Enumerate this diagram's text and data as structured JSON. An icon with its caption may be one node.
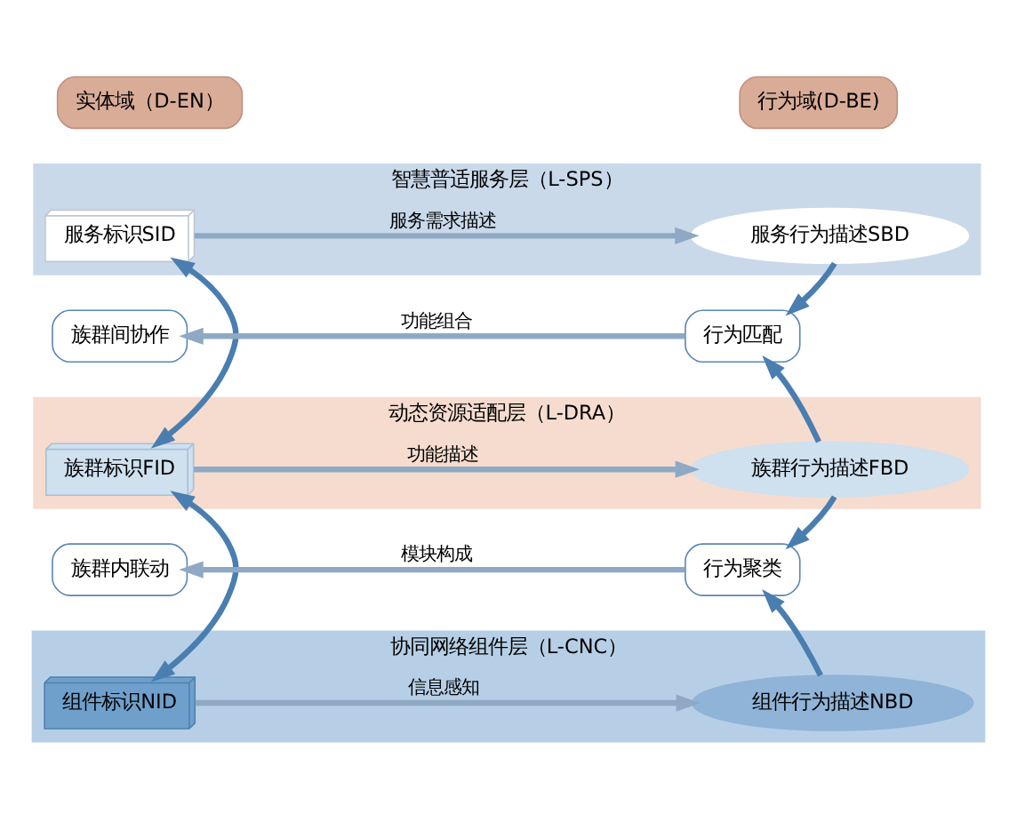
{
  "diagram": {
    "nodes": [
      {
        "text": [
          "实体域（D-EN）"
        ]
      },
      {
        "text": [
          "行为域(D-BE)"
        ]
      },
      {
        "text": [
          "智慧普适服务层（L-SPS）"
        ]
      },
      {
        "text": [
          "服务标识SID"
        ],
        "in": 2
      },
      {
        "text": [
          "服务行为描述SBD"
        ],
        "in": 2
      },
      {
        "text": [
          "族群间协作"
        ]
      },
      {
        "text": [
          "行为匹配"
        ]
      },
      {
        "text": [
          "动态资源适配层（L-DRA）"
        ]
      },
      {
        "text": [
          "族群标识FID"
        ],
        "in": 7
      },
      {
        "text": [
          "族群行为描述FBD"
        ],
        "in": 7
      },
      {
        "text": [
          "族群内联动"
        ]
      },
      {
        "text": [
          "行为聚类"
        ]
      },
      {
        "text": [
          "协同网络组件层（L-CNC）"
        ]
      },
      {
        "text": [
          "组件标识NID"
        ],
        "in": 12
      },
      {
        "text": [
          "组件行为描述NBD"
        ],
        "in": 12
      }
    ],
    "edges": [
      {
        "from": 3,
        "to": 4,
        "arrow": "to",
        "label": "服务需求描述",
        "color": "#8fa9c4"
      },
      {
        "from": 4,
        "to": 6,
        "arrow": "to"
      },
      {
        "from": 6,
        "to": 5,
        "arrow": "to",
        "label": "功能组合",
        "color": "#8fa9c4"
      },
      {
        "from": 3,
        "to": 8,
        "arrow": "both"
      },
      {
        "from": 9,
        "to": 6,
        "arrow": "to"
      },
      {
        "from": 8,
        "to": 9,
        "arrow": "to",
        "label": "功能描述",
        "color": "#8fa9c4"
      },
      {
        "from": 9,
        "to": 11,
        "arrow": "to"
      },
      {
        "from": 11,
        "to": 10,
        "arrow": "to",
        "label": "模块构成",
        "color": "#8fa9c4"
      },
      {
        "from": 8,
        "to": 13,
        "arrow": "both"
      },
      {
        "from": 13,
        "to": 14,
        "arrow": "to",
        "label": "信息感知",
        "color": "#8fa9c4"
      },
      {
        "from": 14,
        "to": 11,
        "arrow": "to"
      }
    ]
  }
}
